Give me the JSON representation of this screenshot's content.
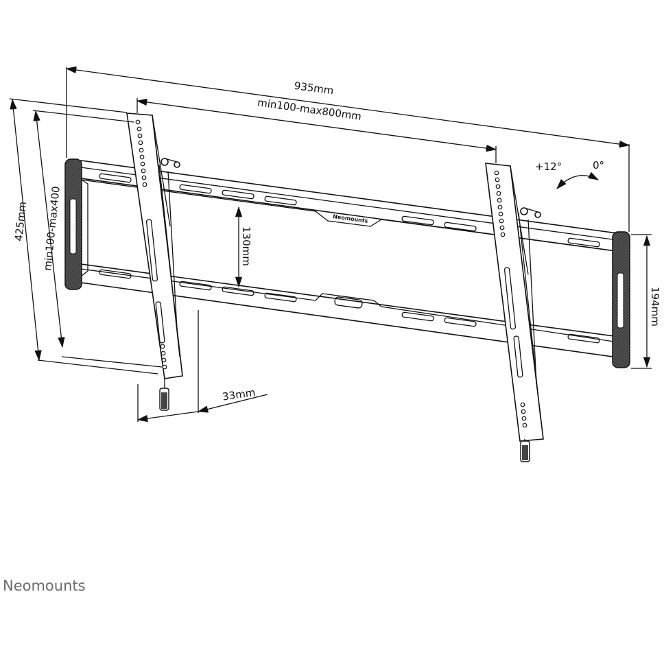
{
  "dimensions": {
    "overall_width": "935mm",
    "vesa_horizontal": "min100-max800mm",
    "overall_height": "425mm",
    "vesa_vertical": "min100-max400",
    "rail_gap": "130mm",
    "rail_height": "194mm",
    "wall_distance": "33mm"
  },
  "tilt": {
    "max": "+12°",
    "min": "0°"
  },
  "product_label": "Neomounts",
  "brand_logo": "Neomounts",
  "colors": {
    "line": "#111111",
    "logo": "#6b6b6b",
    "cap": "#333333"
  }
}
